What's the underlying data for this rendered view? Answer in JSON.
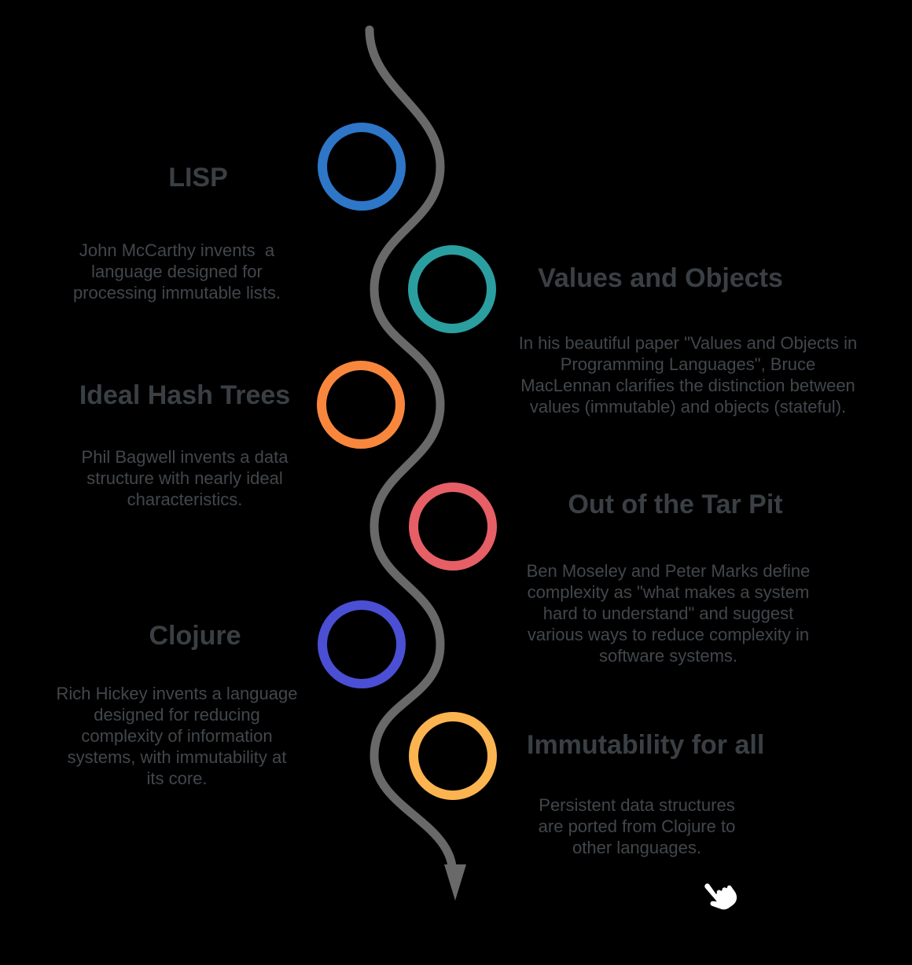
{
  "page": {
    "background": "#000000"
  },
  "cursor": {
    "name": "hand-pointer",
    "color": "#ffffff"
  },
  "timeline": {
    "curve_color": "#696969",
    "milestones": [
      {
        "title": "LISP",
        "description": [
          "John McCarthy invents  a",
          "language designed for",
          "processing immutable lists."
        ],
        "circle_color": "#2E76C8"
      },
      {
        "title": "Values and Objects",
        "description": [
          "In his beautiful paper \"Values and Objects in",
          "Programming Languages\", Bruce",
          "MacLennan clarifies the distinction between",
          "values (immutable) and objects (stateful)."
        ],
        "circle_color": "#2B9EA0"
      },
      {
        "title": "Ideal Hash Trees",
        "description": [
          "Phil Bagwell invents a data",
          "structure with nearly ideal",
          "characteristics."
        ],
        "circle_color": "#F8873D"
      },
      {
        "title": "Out of the Tar Pit",
        "description": [
          "Ben Moseley and Peter Marks define",
          "complexity as \"what makes a system",
          "hard to understand\" and suggest",
          "various ways to reduce complexity in",
          "software systems."
        ],
        "circle_color": "#E65F66"
      },
      {
        "title": "Clojure",
        "description": [
          "Rich Hickey invents a language",
          "designed for reducing",
          "complexity of information",
          "systems, with immutability at",
          "its core."
        ],
        "circle_color": "#4B4FD4"
      },
      {
        "title": "Immutability for all",
        "description": [
          "Persistent data structures",
          "are ported from Clojure to",
          "other languages."
        ],
        "circle_color": "#FBB450"
      }
    ]
  }
}
